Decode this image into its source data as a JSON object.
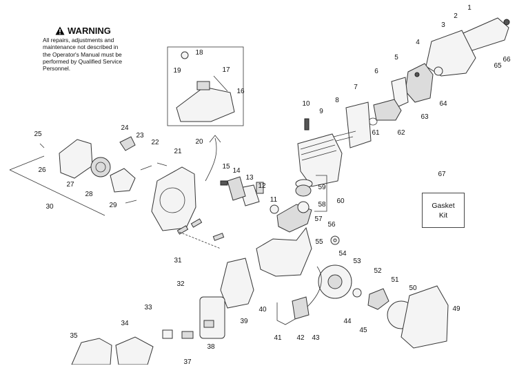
{
  "warning": {
    "title": "WARNING",
    "icon": "warning-triangle-icon",
    "body": [
      "All repairs, adjustments and",
      "maintenance not described in",
      "the Operator's Manual must be",
      "performed by Qualified Service",
      "Personnel."
    ]
  },
  "gasket_kit": {
    "line1": "Gasket",
    "line2": "Kit"
  },
  "callouts": [
    "1",
    "2",
    "3",
    "4",
    "5",
    "6",
    "7",
    "8",
    "9",
    "10",
    "11",
    "12",
    "13",
    "14",
    "15",
    "16",
    "17",
    "18",
    "19",
    "20",
    "21",
    "22",
    "23",
    "24",
    "25",
    "26",
    "27",
    "28",
    "29",
    "30",
    "31",
    "32",
    "33",
    "34",
    "35",
    "37",
    "38",
    "39",
    "40",
    "41",
    "42",
    "43",
    "44",
    "45",
    "49",
    "50",
    "51",
    "52",
    "53",
    "54",
    "55",
    "56",
    "57",
    "58",
    "59",
    "60",
    "61",
    "62",
    "63",
    "64",
    "65",
    "66",
    "67"
  ]
}
